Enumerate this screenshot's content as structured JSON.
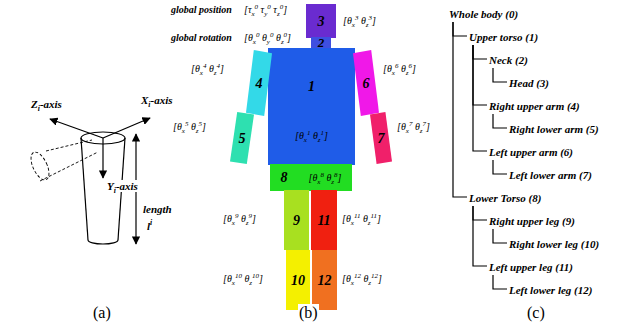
{
  "diagram": {
    "nodes": [
      {
        "text": [
          "3"
        ]
      },
      {
        "text": [
          "2"
        ]
      },
      {
        "text": [
          "1",
          "[θx1 θz1]"
        ]
      },
      {
        "text": [
          "4"
        ]
      },
      {
        "text": [
          "6"
        ]
      },
      {
        "text": [
          "5"
        ]
      },
      {
        "text": [
          "7"
        ]
      },
      {
        "text": [
          "8",
          "[θx8 θz8]"
        ]
      },
      {
        "text": [
          "9"
        ]
      },
      {
        "text": [
          "11"
        ]
      },
      {
        "text": [
          "10"
        ]
      },
      {
        "text": [
          "12"
        ]
      },
      {
        "text": [
          "Whole body (0)"
        ]
      },
      {
        "text": [
          "Upper torso (1)"
        ]
      },
      {
        "text": [
          "Neck (2)"
        ]
      },
      {
        "text": [
          "Head (3)"
        ]
      },
      {
        "text": [
          "Right upper arm (4)"
        ]
      },
      {
        "text": [
          "Right lower arm (5)"
        ]
      },
      {
        "text": [
          "Left upper arm (6)"
        ]
      },
      {
        "text": [
          "Left lower arm (7)"
        ]
      },
      {
        "text": [
          "Lower Torso (8)"
        ]
      },
      {
        "text": [
          "Right upper leg (9)"
        ]
      },
      {
        "text": [
          "Right lower leg (10)"
        ]
      },
      {
        "text": [
          "Left upper leg (11)"
        ]
      },
      {
        "text": [
          "Left lower leg (12)"
        ]
      }
    ],
    "edges": [
      {
        "from": 12,
        "to": 13,
        "arrow": "none"
      },
      {
        "from": 13,
        "to": 14,
        "arrow": "none"
      },
      {
        "from": 14,
        "to": 15,
        "arrow": "none"
      },
      {
        "from": 13,
        "to": 16,
        "arrow": "none"
      },
      {
        "from": 16,
        "to": 17,
        "arrow": "none"
      },
      {
        "from": 13,
        "to": 18,
        "arrow": "none"
      },
      {
        "from": 18,
        "to": 19,
        "arrow": "none"
      },
      {
        "from": 12,
        "to": 20,
        "arrow": "none"
      },
      {
        "from": 20,
        "to": 21,
        "arrow": "none"
      },
      {
        "from": 21,
        "to": 22,
        "arrow": "none"
      },
      {
        "from": 20,
        "to": 23,
        "arrow": "none"
      },
      {
        "from": 23,
        "to": 24,
        "arrow": "none"
      }
    ],
    "labels": [
      "global position",
      "[τx0 τy0 τz0]",
      "global rotation",
      "[θx0 θy0 θz0]",
      "[θx3 θz3]",
      "[θx4 θz4]",
      "[θx6 θz6]",
      "[θx5 θz5]",
      "[θx7 θz7]",
      "[θx9 θz9]",
      "[θx11 θz11]",
      "[θx10 θz10]",
      "[θx12 θz12]",
      "Zi-axis",
      "Xi-axis",
      "Yi-axis",
      "length",
      "li",
      "(a)",
      "(b)",
      "(c)"
    ]
  }
}
